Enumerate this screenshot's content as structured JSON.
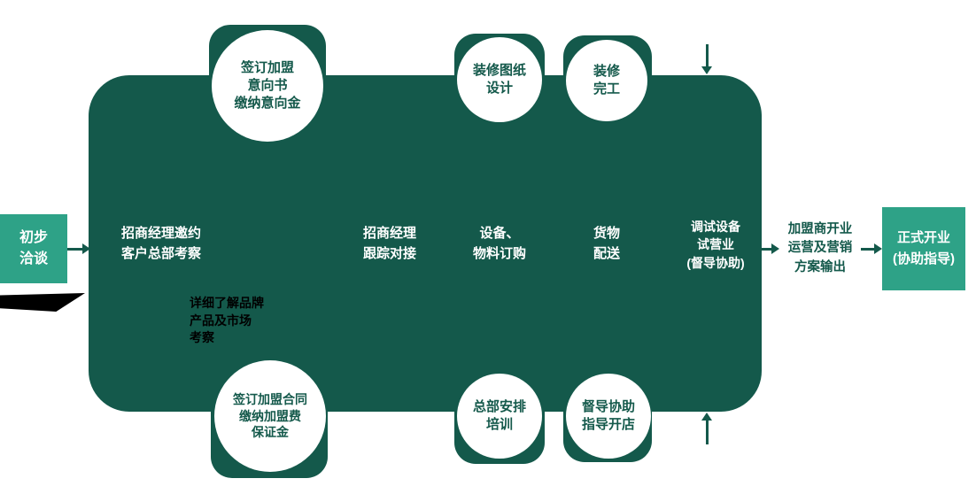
{
  "palette": {
    "accent_teal": "#2EA287",
    "plate_dark_teal": "#14594B",
    "text_on_dark": "#FFFFFF",
    "note_black": "#000000"
  },
  "flow": {
    "start": {
      "lines": [
        "初步",
        "洽谈"
      ]
    },
    "plate_steps": [
      {
        "lines": [
          "招商经理邀约",
          "客户总部考察"
        ]
      },
      {
        "lines": [
          "招商经理",
          "跟踪对接"
        ]
      },
      {
        "lines": [
          "设备、",
          "物料订购"
        ]
      },
      {
        "lines": [
          "货物",
          "配送"
        ]
      },
      {
        "lines": [
          "调试设备",
          "试营业",
          "(督导协助)"
        ]
      }
    ],
    "top_circles": [
      {
        "lines": [
          "签订加盟",
          "意向书",
          "缴纳意向金"
        ]
      },
      {
        "lines": [
          "装修图纸",
          "设计"
        ]
      },
      {
        "lines": [
          "装修",
          "完工"
        ]
      }
    ],
    "bottom_circles": [
      {
        "lines": [
          "签订加盟合同",
          "缴纳加盟费",
          "保证金"
        ]
      },
      {
        "lines": [
          "总部安排",
          "培训"
        ]
      },
      {
        "lines": [
          "督导协助",
          "指导开店"
        ]
      }
    ],
    "note": {
      "lines": [
        "详细了解品牌",
        "产品及市场",
        "考察"
      ]
    },
    "outcome_box": {
      "lines": [
        "加盟商开业",
        "运营及营销",
        "方案输出"
      ]
    },
    "final": {
      "lines": [
        "正式开业",
        "(协助指导)"
      ]
    }
  }
}
